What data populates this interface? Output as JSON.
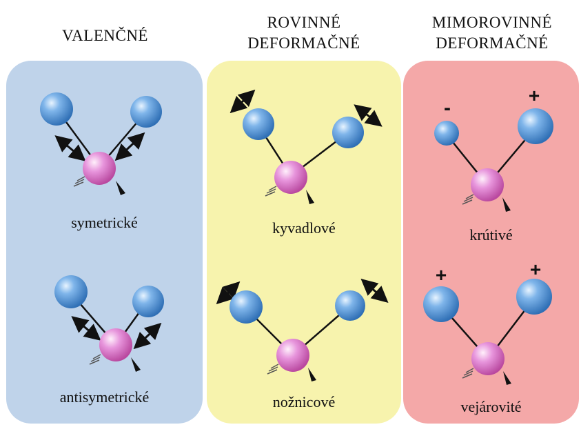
{
  "columns": [
    {
      "title_lines": [
        "VALENČNÉ"
      ],
      "color": "#bfd3ea",
      "modes": [
        "symetrické",
        "antisymetrické"
      ]
    },
    {
      "title_lines": [
        "ROVINNÉ",
        "DEFORMAČNÉ"
      ],
      "color": "#f7f3ad",
      "modes": [
        "kyvadlové",
        "nožnicové"
      ]
    },
    {
      "title_lines": [
        "MIMOROVINNÉ",
        "DEFORMAČNÉ"
      ],
      "color": "#f4a8a8",
      "modes": [
        "krútivé",
        "vejárovité"
      ]
    }
  ],
  "signs": {
    "twist": [
      "-",
      "+"
    ],
    "wag": [
      "+",
      "+"
    ]
  },
  "colors": {
    "outer_atom": "#4a8fd6",
    "center_atom": "#e07fd0"
  }
}
